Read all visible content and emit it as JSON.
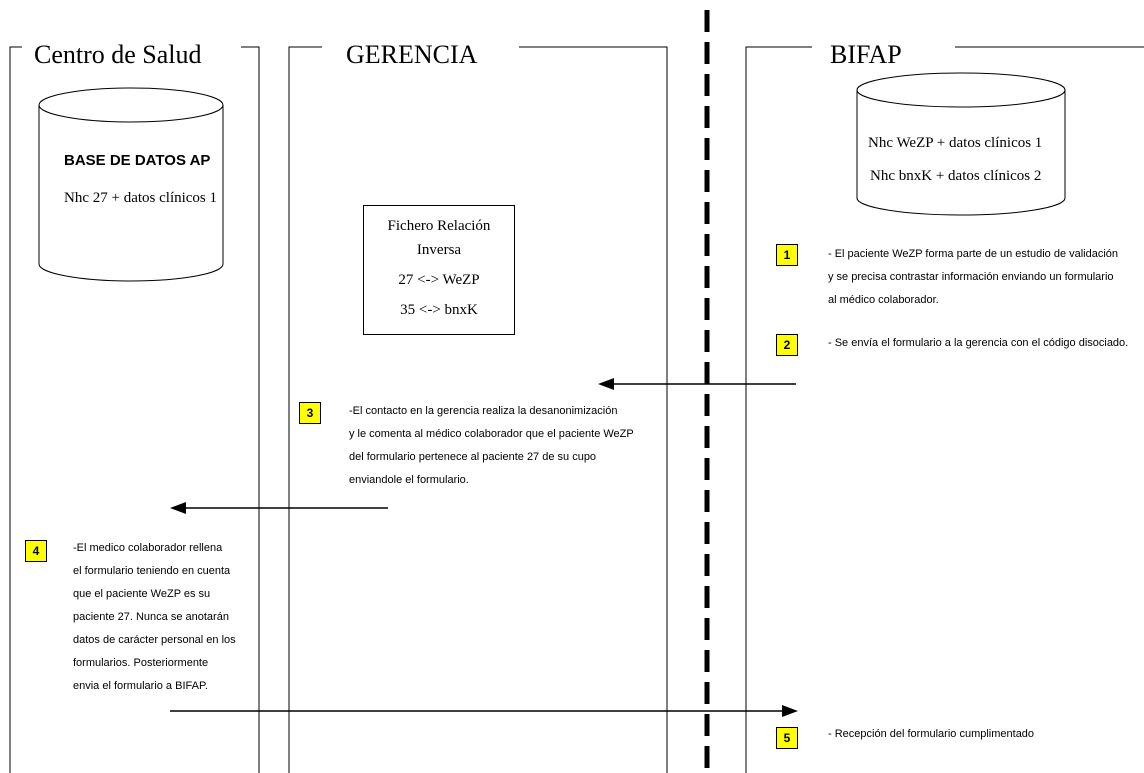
{
  "lanes": {
    "centro": "Centro de Salud",
    "gerencia": "GERENCIA",
    "bifap": "BIFAP"
  },
  "db_ap": {
    "title": "BASE DE DATOS AP",
    "record": "Nhc 27 + datos clínicos 1"
  },
  "db_bifap": {
    "record1": "Nhc WeZP + datos clínicos 1",
    "record2": "Nhc bnxK + datos clínicos 2"
  },
  "relation_file": {
    "title1": "Fichero Relación",
    "title2": "Inversa",
    "map1": "27 <-> WeZP",
    "map2": "35 <-> bnxK"
  },
  "steps": [
    {
      "num": "1",
      "lines": [
        "- El paciente WeZP forma parte de un estudio de validación",
        " y se precisa contrastar información enviando un formulario",
        "al médico colaborador."
      ]
    },
    {
      "num": "2",
      "lines": [
        "- Se envía el formulario a la gerencia con el código disociado."
      ]
    },
    {
      "num": "3",
      "lines": [
        "-El contacto en la gerencia realiza la desanonimización",
        "y le comenta al médico colaborador que el paciente WeZP",
        "del formulario pertenece al paciente 27 de su cupo",
        "enviandole el formulario."
      ]
    },
    {
      "num": "4",
      "lines": [
        "-El medico colaborador rellena",
        "el formulario teniendo en cuenta",
        "que el paciente WeZP es su",
        "paciente 27. Nunca se anotarán",
        "datos de carácter personal en los",
        "formularios. Posteriormente",
        " envia el formulario a BIFAP."
      ]
    },
    {
      "num": "5",
      "lines": [
        "- Recepción del formulario cumplimentado"
      ]
    }
  ]
}
